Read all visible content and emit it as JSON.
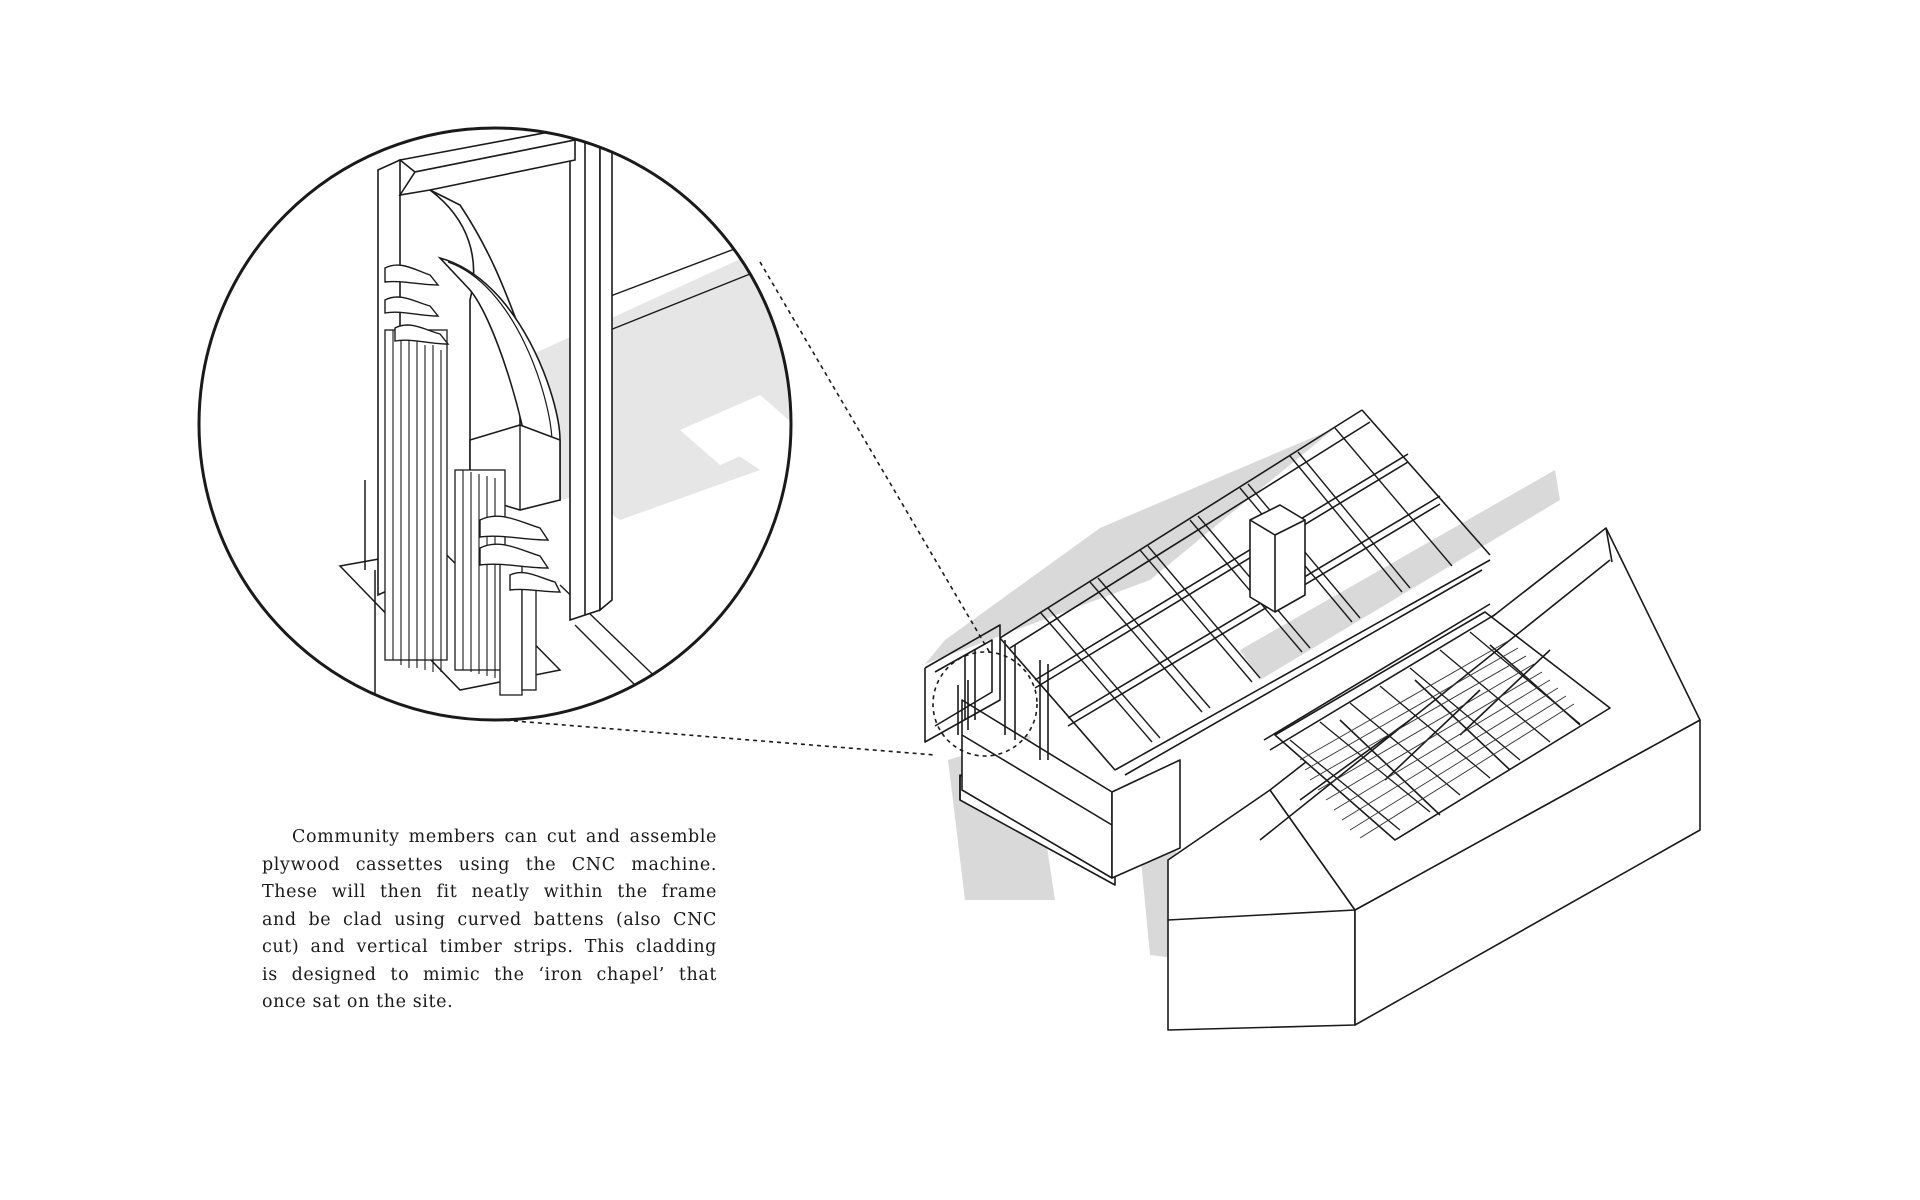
{
  "caption": {
    "lines": [
      "Community members can cut and assemble",
      "plywood cassettes using the CNC machine.",
      "These will then fit neatly within the frame",
      "and be clad using curved battens (also CNC",
      "cut) and vertical timber strips. This cladding",
      "is designed to mimic the ‘iron chapel’ that",
      "once sat on the site."
    ]
  },
  "colors": {
    "ink": "#1a1a1a",
    "shadow": "#d6d6d6",
    "paper": "#ffffff"
  }
}
